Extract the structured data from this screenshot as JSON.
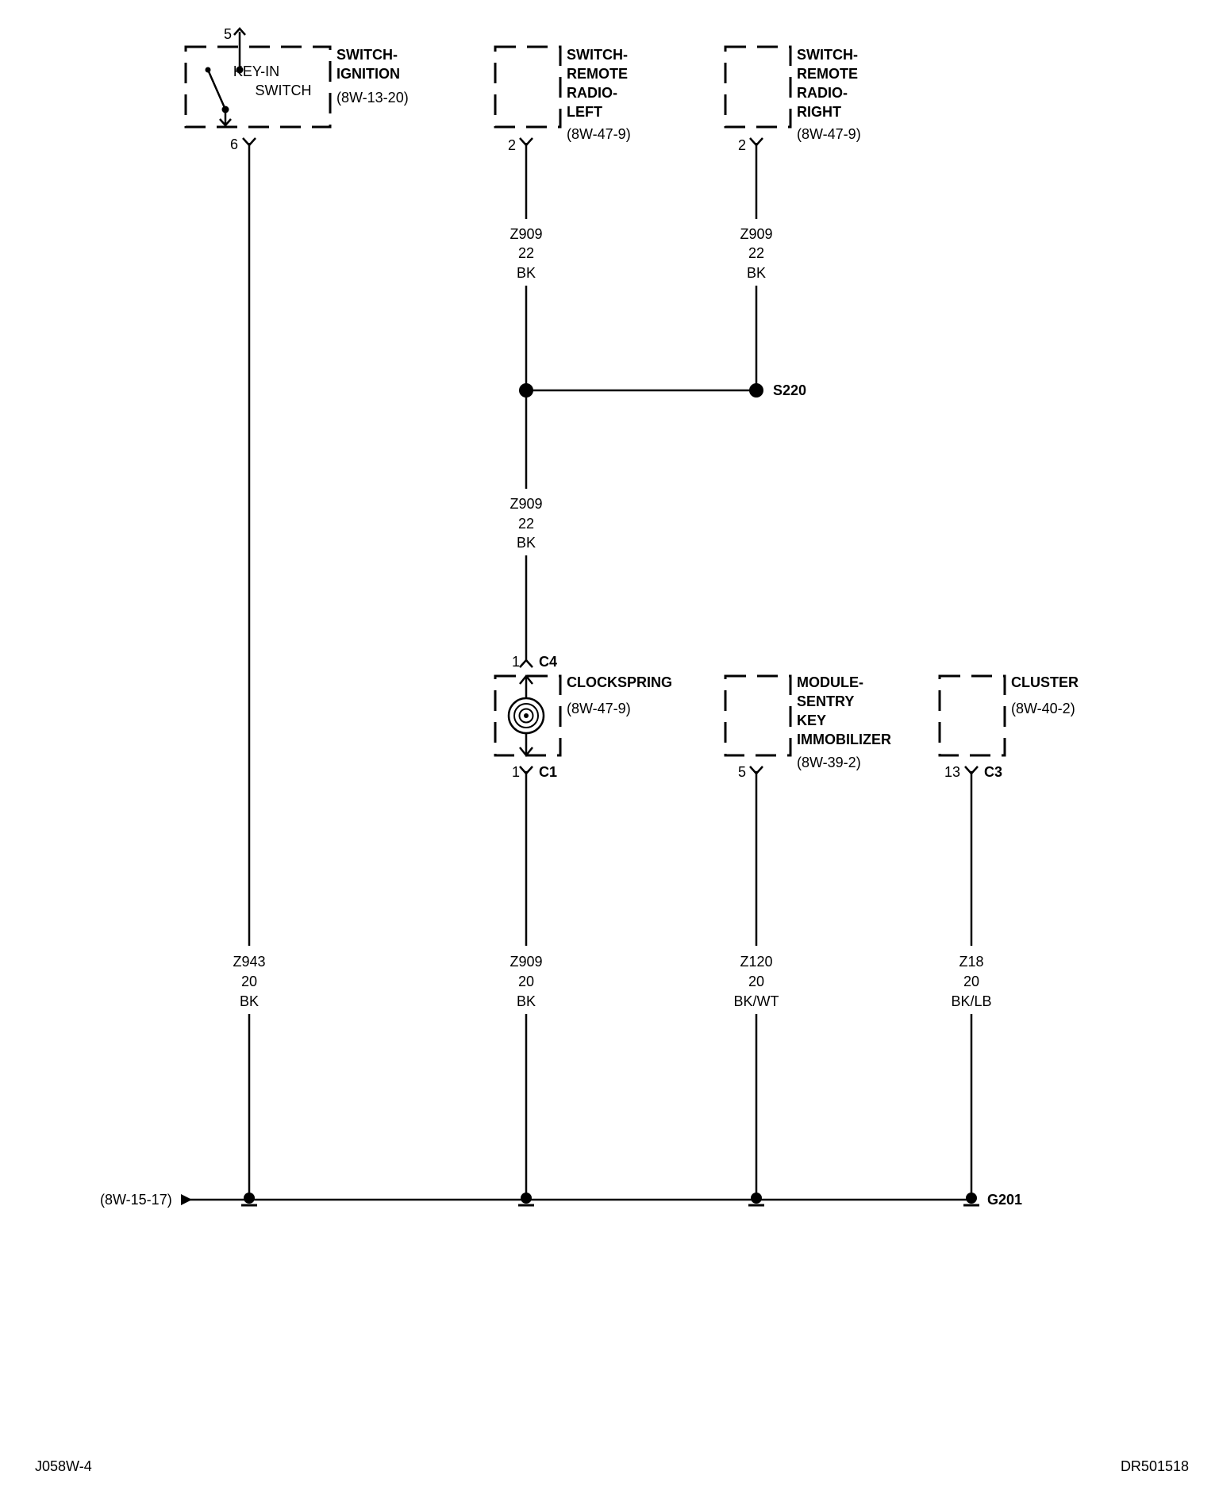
{
  "components": {
    "ignition": {
      "title": [
        "SWITCH-",
        "IGNITION"
      ],
      "ref": "(8W-13-20)",
      "inner_label": [
        "KEY-IN",
        "SWITCH"
      ],
      "pin_top": "5",
      "pin_bottom": "6"
    },
    "radio_left": {
      "title": [
        "SWITCH-",
        "REMOTE",
        "RADIO-",
        "LEFT"
      ],
      "ref": "(8W-47-9)",
      "pin": "2"
    },
    "radio_right": {
      "title": [
        "SWITCH-",
        "REMOTE",
        "RADIO-",
        "RIGHT"
      ],
      "ref": "(8W-47-9)",
      "pin": "2"
    },
    "clockspring": {
      "title": "CLOCKSPRING",
      "ref": "(8W-47-9)",
      "pin_top": "1",
      "conn_top": "C4",
      "pin_bottom": "1",
      "conn_bottom": "C1"
    },
    "sentry": {
      "title": [
        "MODULE-",
        "SENTRY",
        "KEY",
        "IMMOBILIZER"
      ],
      "ref": "(8W-39-2)",
      "pin": "5"
    },
    "cluster": {
      "title": "CLUSTER",
      "ref": "(8W-40-2)",
      "pin": "13",
      "conn": "C3"
    }
  },
  "wires": {
    "radio_left": [
      "Z909",
      "22",
      "BK"
    ],
    "radio_right": [
      "Z909",
      "22",
      "BK"
    ],
    "splice_to_clockspring": [
      "Z909",
      "22",
      "BK"
    ],
    "ignition": [
      "Z943",
      "20",
      "BK"
    ],
    "clockspring": [
      "Z909",
      "20",
      "BK"
    ],
    "sentry": [
      "Z120",
      "20",
      "BK/WT"
    ],
    "cluster": [
      "Z18",
      "20",
      "BK/LB"
    ]
  },
  "splice": "S220",
  "ground": "G201",
  "ground_ref": "(8W-15-17)",
  "footer": {
    "left": "J058W-4",
    "right": "DR501518"
  }
}
